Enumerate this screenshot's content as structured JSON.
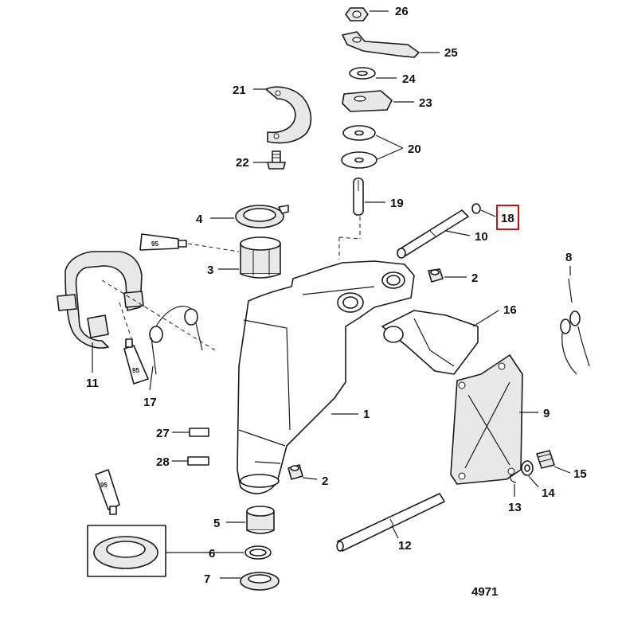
{
  "figure_number": "4971",
  "highlighted_callout": "18",
  "highlight_color": "#d01010",
  "sealant_label": "95",
  "callouts": {
    "c1": "1",
    "c2a": "2",
    "c2b": "2",
    "c3": "3",
    "c4": "4",
    "c5": "5",
    "c6": "6",
    "c7": "7",
    "c8": "8",
    "c9": "9",
    "c10": "10",
    "c11": "11",
    "c12": "12",
    "c13": "13",
    "c14": "14",
    "c15": "15",
    "c16": "16",
    "c17": "17",
    "c18": "18",
    "c19": "19",
    "c20": "20",
    "c21": "21",
    "c22": "22",
    "c23": "23",
    "c24": "24",
    "c25": "25",
    "c26": "26",
    "c27": "27",
    "c28": "28"
  }
}
